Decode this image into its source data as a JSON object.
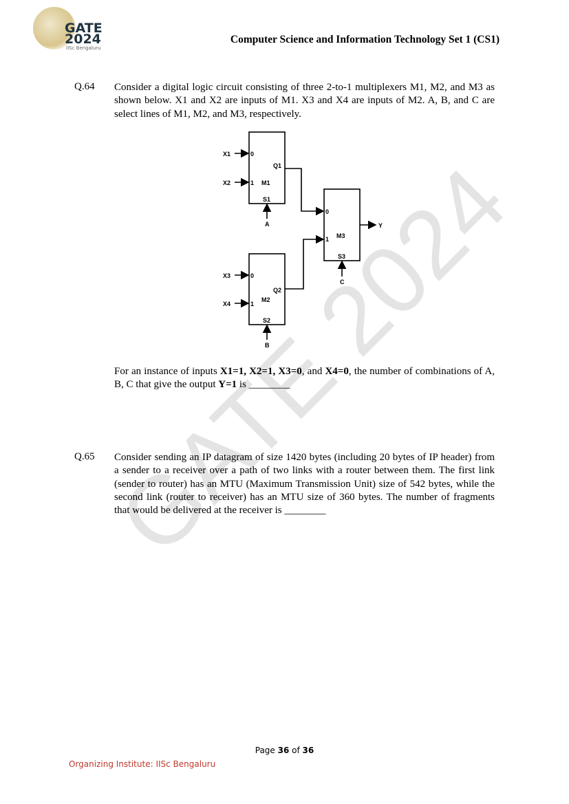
{
  "header": {
    "title": "Computer Science and Information Technology Set 1 (CS1)",
    "logo": {
      "line1": "GATE",
      "line2": "2024",
      "sub": "IISc Bengaluru"
    }
  },
  "watermark": "GATE 2024",
  "questions": [
    {
      "number": "Q.64",
      "text": "Consider a digital logic circuit consisting of three 2-to-1 multiplexers M1, M2, and M3 as shown below. X1 and X2 are inputs of M1. X3 and X4 are inputs of M2. A, B, and C are select lines of M1, M2, and M3, respectively.",
      "follow_up": {
        "p1": "For an instance of inputs ",
        "b1": "X1=1, X2=1, X3=0",
        "p2": ", and ",
        "b2": "X4=0",
        "p3": ", the number of combinations of A, B, C that give the output ",
        "b3": "Y=1",
        "p4": " is ________"
      }
    },
    {
      "number": "Q.65",
      "text": "Consider sending an IP datagram of size 1420 bytes (including 20 bytes of IP header) from a sender to a receiver over a path of two links with a router between them. The first link (sender to router) has an MTU (Maximum Transmission Unit) size of 542 bytes, while the second link (router to receiver) has an MTU size of 360 bytes. The number of fragments that would be delivered at the receiver is ________"
    }
  ],
  "diagram": {
    "m1": {
      "name": "M1",
      "in0": "X1",
      "in1": "X2",
      "in0_label": "0",
      "in1_label": "1",
      "out": "Q1",
      "sel": "S1",
      "sel_input": "A"
    },
    "m2": {
      "name": "M2",
      "in0": "X3",
      "in1": "X4",
      "in0_label": "0",
      "in1_label": "1",
      "out": "Q2",
      "sel": "S2",
      "sel_input": "B"
    },
    "m3": {
      "name": "M3",
      "in0_label": "0",
      "in1_label": "1",
      "out": "Y",
      "sel": "S3",
      "sel_input": "C"
    }
  },
  "footer": {
    "page": "Page 36 of 36",
    "page_prefix": "Page ",
    "page_current": "36",
    "page_mid": " of ",
    "page_total": "36",
    "organizer": "Organizing Institute: IISc Bengaluru"
  }
}
